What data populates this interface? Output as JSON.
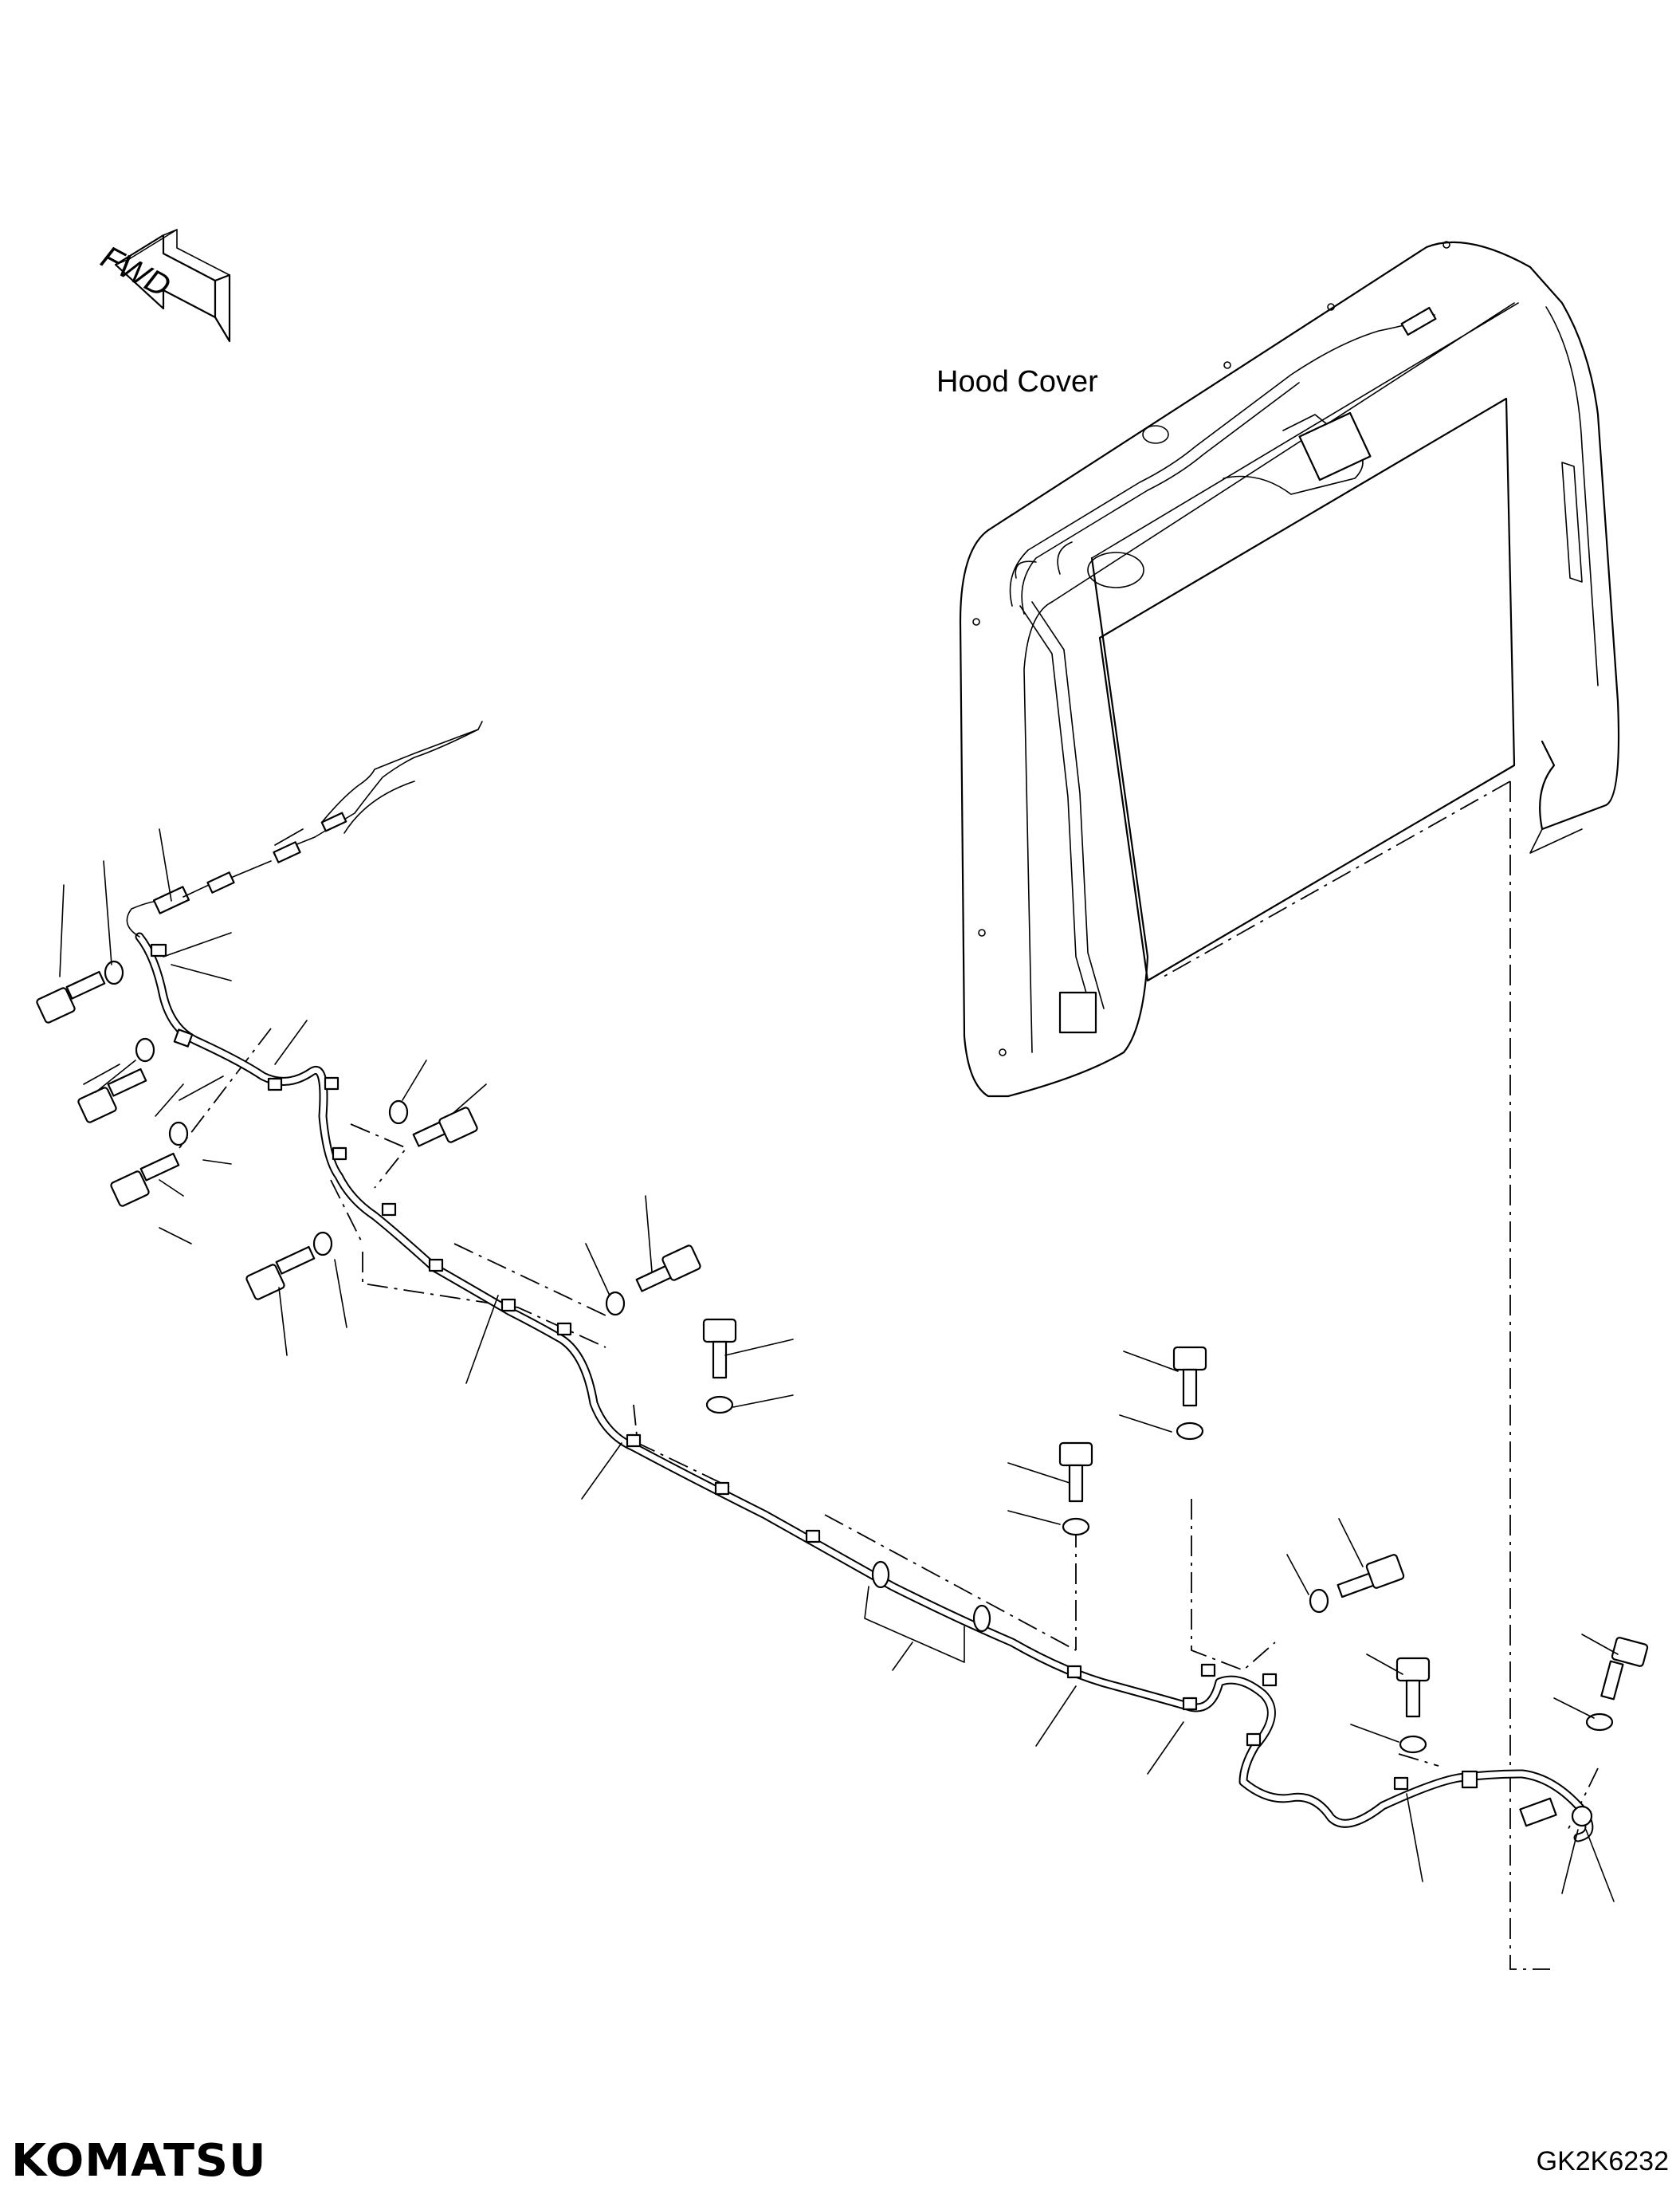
{
  "title": "Hood Cover wiring harness parts diagram",
  "labels": {
    "hood_cover": "Hood Cover",
    "forward_arrow": "FWD",
    "brand": "KOMATSU",
    "drawing_code": "GK2K6232"
  },
  "icons": [
    "forward-arrow-icon"
  ]
}
